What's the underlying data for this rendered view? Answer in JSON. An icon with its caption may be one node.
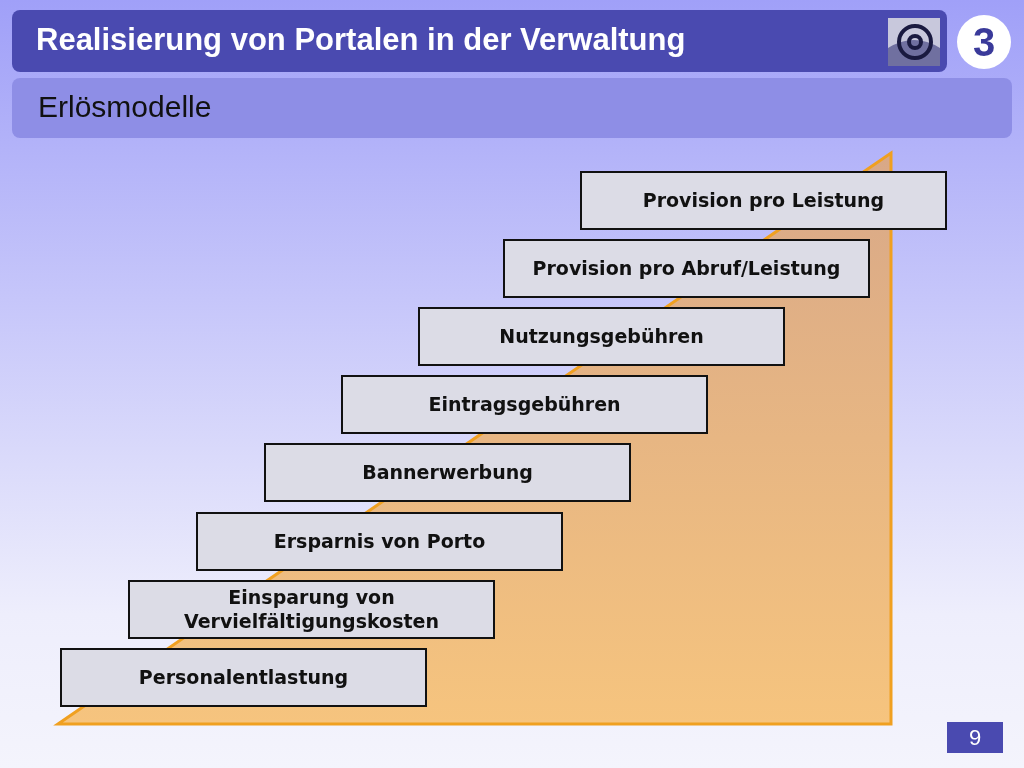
{
  "diagram": {
    "title": "Realisierung von Portalen in der Verwaltung",
    "nodes": [
      {
        "text": [
          "Provision pro Leistung"
        ]
      },
      {
        "text": [
          "Provision pro Abruf/Leistung"
        ]
      },
      {
        "text": [
          "Nutzungsgebühren"
        ]
      },
      {
        "text": [
          "Eintragsgebühren"
        ]
      },
      {
        "text": [
          "Bannerwerbung"
        ]
      },
      {
        "text": [
          "Ersparnis von Porto"
        ]
      },
      {
        "text": [
          "Einsparung von Vervielfältigungskosten"
        ]
      },
      {
        "text": [
          "Personalentlastung"
        ]
      }
    ],
    "labels": [
      "3",
      "Erlösmodelle",
      "9"
    ]
  }
}
